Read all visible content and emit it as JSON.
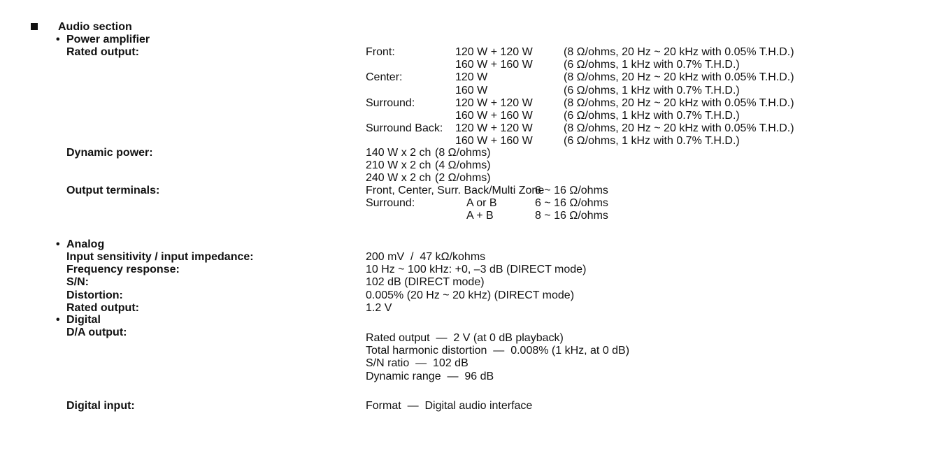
{
  "section": {
    "title": "Audio section",
    "bullet_icon": "square-bullet"
  },
  "power_amplifier": {
    "heading": "Power amplifier",
    "rated_output": {
      "label": "Rated output:",
      "rows": [
        {
          "channel": "Front:",
          "power": "120 W + 120 W",
          "cond": "(8 Ω/ohms, 20 Hz ~ 20 kHz with 0.05% T.H.D.)"
        },
        {
          "channel": "",
          "power": "160 W + 160 W",
          "cond": "(6 Ω/ohms, 1 kHz with 0.7% T.H.D.)"
        },
        {
          "channel": "Center:",
          "power": "120 W",
          "cond": "(8 Ω/ohms, 20 Hz ~ 20 kHz with 0.05% T.H.D.)"
        },
        {
          "channel": "",
          "power": "160 W",
          "cond": "(6 Ω/ohms, 1 kHz with 0.7% T.H.D.)"
        },
        {
          "channel": "Surround:",
          "power": "120 W + 120 W",
          "cond": "(8 Ω/ohms, 20 Hz ~ 20 kHz with 0.05% T.H.D.)"
        },
        {
          "channel": "",
          "power": "160 W + 160 W",
          "cond": "(6 Ω/ohms, 1 kHz with 0.7% T.H.D.)"
        },
        {
          "channel": "Surround Back:",
          "power": "120 W + 120 W",
          "cond": "(8 Ω/ohms, 20 Hz ~ 20 kHz with 0.05% T.H.D.)"
        },
        {
          "channel": "",
          "power": "160 W + 160 W",
          "cond": "(6 Ω/ohms, 1 kHz with 0.7% T.H.D.)"
        }
      ]
    },
    "dynamic_power": {
      "label": "Dynamic power:",
      "rows": [
        {
          "power": "140 W x 2 ch",
          "load": "(8 Ω/ohms)"
        },
        {
          "power": "210 W x 2 ch",
          "load": "(4 Ω/ohms)"
        },
        {
          "power": "240 W x 2 ch",
          "load": "(2 Ω/ohms)"
        }
      ]
    },
    "output_terminals": {
      "label": "Output terminals:",
      "rows": [
        {
          "name": "Front, Center, Surr. Back/Multi Zone",
          "mode": "",
          "imp": "6 ~ 16 Ω/ohms"
        },
        {
          "name": "Surround:",
          "mode": "A or B",
          "imp": "6 ~ 16 Ω/ohms"
        },
        {
          "name": "",
          "mode": "A + B",
          "imp": "8 ~ 16 Ω/ohms"
        }
      ]
    }
  },
  "analog": {
    "heading": "Analog",
    "rows": [
      {
        "label": "Input sensitivity / input impedance:",
        "value": "200 mV  /  47 kΩ/kohms"
      },
      {
        "label": "Frequency response:",
        "value": "10 Hz ~ 100 kHz: +0, –3 dB (DIRECT mode)"
      },
      {
        "label": "S/N:",
        "value": "102 dB (DIRECT mode)"
      },
      {
        "label": "Distortion:",
        "value": "0.005% (20 Hz ~ 20 kHz) (DIRECT mode)"
      },
      {
        "label": "Rated output:",
        "value": "1.2 V"
      }
    ]
  },
  "digital": {
    "heading": "Digital",
    "da_output": {
      "label": "D/A output:",
      "values": [
        "Rated output  —  2 V (at 0 dB playback)",
        "Total harmonic distortion  —  0.008% (1 kHz, at 0 dB)",
        "S/N ratio  —  102 dB",
        "Dynamic range  —  96 dB"
      ]
    },
    "digital_input": {
      "label": "Digital input:",
      "value": "Format  —  Digital audio interface"
    }
  }
}
